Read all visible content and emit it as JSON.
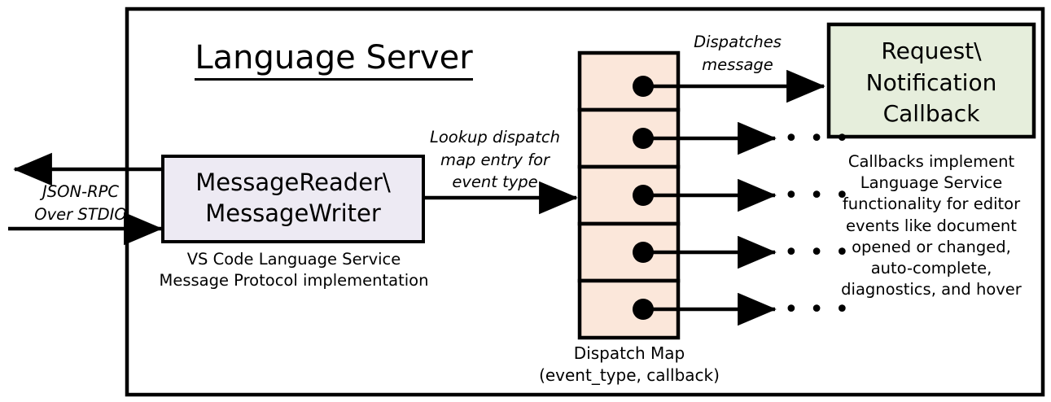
{
  "diagram": {
    "title": "Language Server",
    "frame_label": "language-server-boundary",
    "colors": {
      "stroke": "#000000",
      "message_box_fill": "#EDEAF3",
      "dispatch_map_fill": "#FBE7DA",
      "callback_box_fill": "#E6EEDC",
      "background": "#FFFFFF"
    },
    "external_channel": {
      "label": "JSON-RPC\nOver STDIO",
      "outbound_arrow": "arrow-left-out",
      "inbound_arrow": "arrow-right-in"
    },
    "message_box": {
      "label": "MessageReader\\\nMessageWriter",
      "caption": "VS Code Language Service\nMessage Protocol implementation"
    },
    "lookup_arrow": {
      "label": "Lookup dispatch\nmap entry for\nevent type"
    },
    "dispatch_map": {
      "caption": "Dispatch Map\n(event_type, callback)",
      "row_count": 5,
      "rows": [
        {
          "index": 0,
          "node": "callback-node",
          "target": "request-notification-callback"
        },
        {
          "index": 1,
          "node": "callback-node",
          "target": "ellipsis"
        },
        {
          "index": 2,
          "node": "callback-node",
          "target": "ellipsis"
        },
        {
          "index": 3,
          "node": "callback-node",
          "target": "ellipsis"
        },
        {
          "index": 4,
          "node": "callback-node",
          "target": "ellipsis"
        }
      ],
      "ellipsis_glyph": "• • •"
    },
    "dispatch_arrow": {
      "label": "Dispatches\nmessage"
    },
    "callback_box": {
      "label": "Request\\\nNotification\nCallback",
      "caption": "Callbacks implement\nLanguage Service\nfunctionality for editor\nevents like document\nopened or changed,\nauto-complete,\ndiagnostics, and hover"
    }
  }
}
